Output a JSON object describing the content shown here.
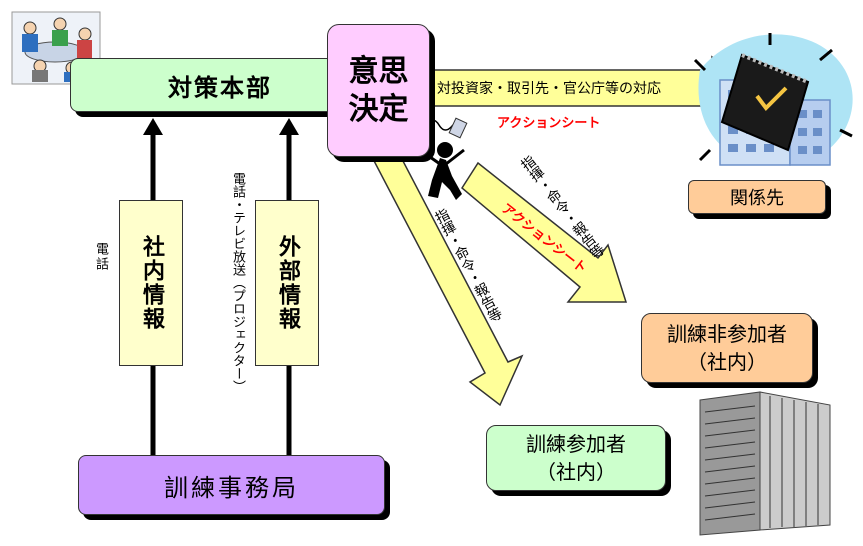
{
  "nodes": {
    "hq": "対策本部",
    "decision": "意思決定",
    "office": "訓練事務局",
    "internal_info": "社内情報",
    "external_info": "外部情報",
    "related": "関係先",
    "non_participants": "訓練非参加者\n（社内）",
    "participants": "訓練参加者\n（社内）"
  },
  "labels": {
    "phone": "電話",
    "tv_broadcast": "電話・テレビ放送（プロジェクター）",
    "response": "対投資家・取引先・官公庁等の対応",
    "action_sheet_1": "アクションシート",
    "action_sheet_2": "アクションシート",
    "command_1": "指揮・命令・報告等",
    "command_2": "指揮・命令・報告等"
  },
  "icons": [
    "meeting-people-icon",
    "clipboard-check-icon",
    "office-building-icon",
    "running-figure-icon",
    "skyscraper-icon"
  ],
  "colors": {
    "hq_fill": "#ccffcc",
    "decision_fill": "#ffccff",
    "office_fill": "#cc99ff",
    "info_fill": "#ffffcc",
    "related_fill": "#ffcc99",
    "arrow_fill": "#ffff99",
    "accent_red": "#ff0000"
  }
}
